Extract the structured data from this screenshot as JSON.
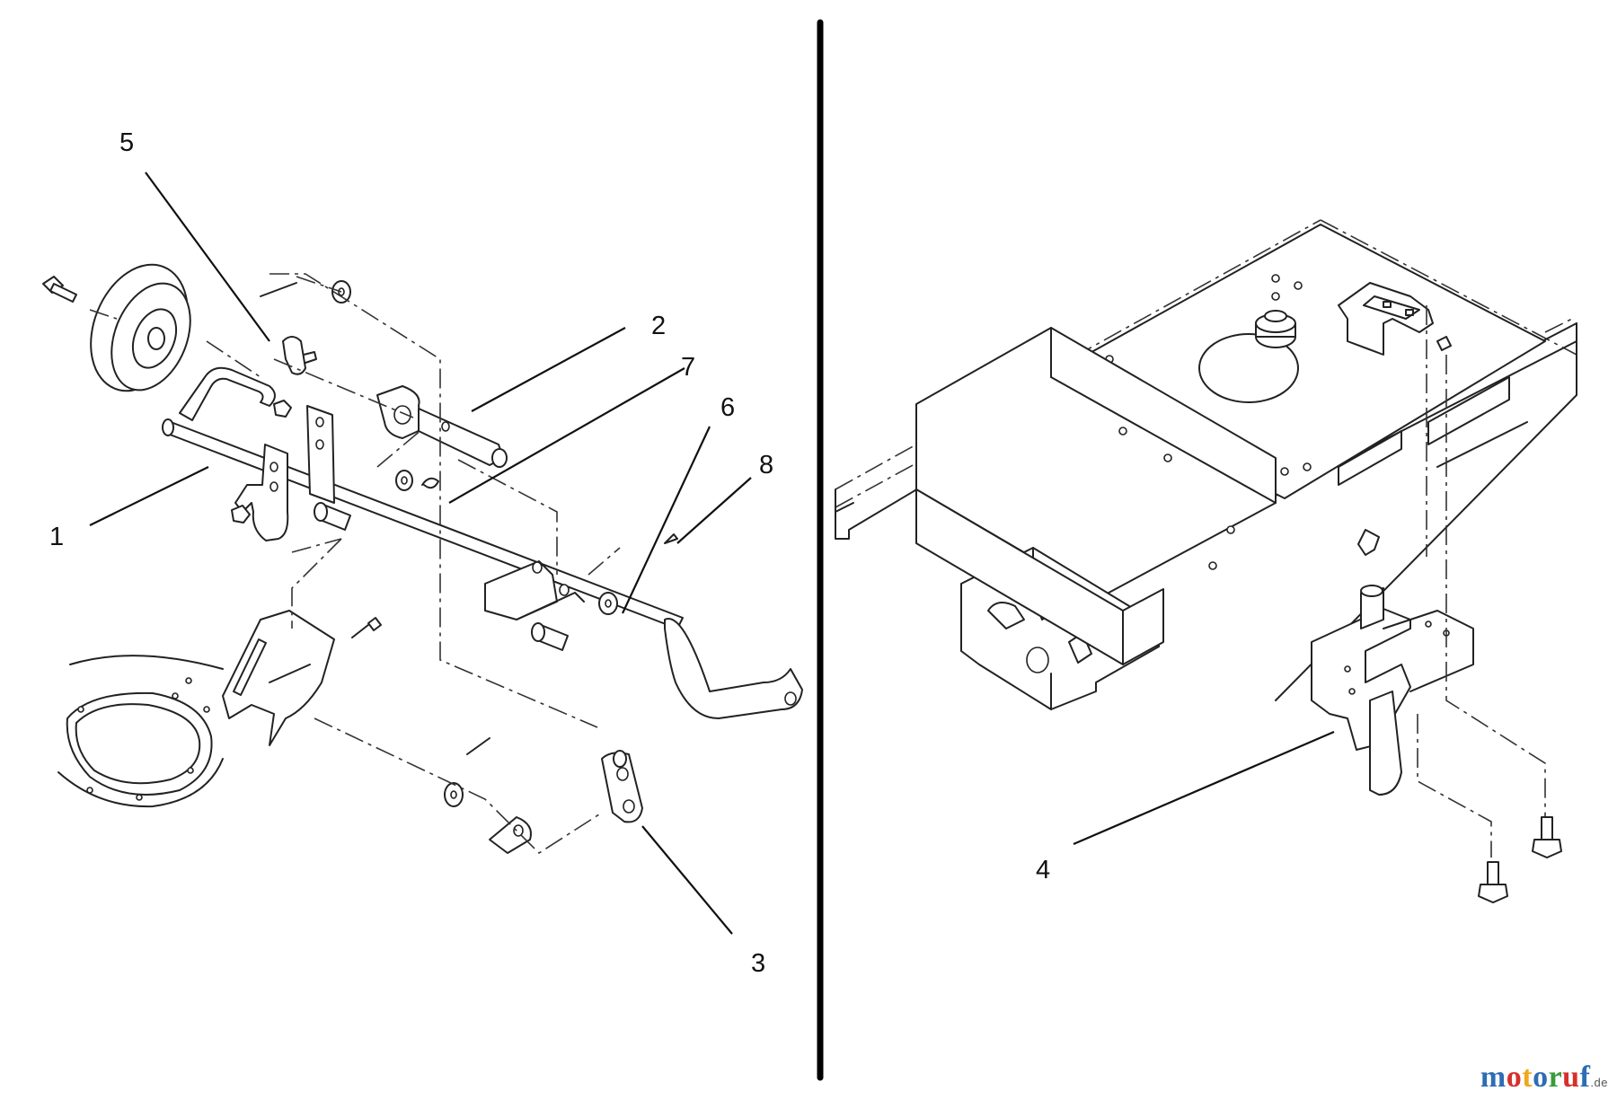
{
  "callouts": [
    {
      "id": "1",
      "label": "1"
    },
    {
      "id": "2",
      "label": "2"
    },
    {
      "id": "3",
      "label": "3"
    },
    {
      "id": "4",
      "label": "4"
    },
    {
      "id": "5",
      "label": "5"
    },
    {
      "id": "6",
      "label": "6"
    },
    {
      "id": "7",
      "label": "7"
    },
    {
      "id": "8",
      "label": "8"
    }
  ],
  "watermark": {
    "letters": [
      "m",
      "o",
      "t",
      "o",
      "r",
      "u",
      "f"
    ],
    "colors": [
      "#2e6db4",
      "#d6302b",
      "#f0a81a",
      "#2e6db4",
      "#3b9b3b",
      "#d6302b",
      "#2e6db4"
    ],
    "suffix": ".de"
  }
}
